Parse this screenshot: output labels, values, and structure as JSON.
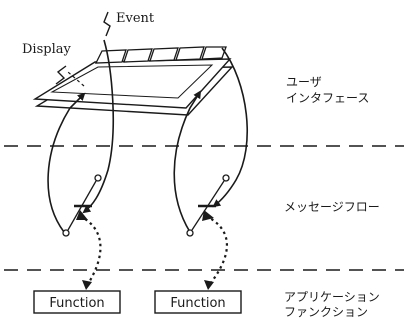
{
  "labels": {
    "event": "Event",
    "display": "Display",
    "user_interface_line1": "ユーザ",
    "user_interface_line2": "インタフェース",
    "message_flow": "メッセージフロー",
    "app_function_line1": "アプリケーション",
    "app_function_line2": "ファンクション"
  },
  "function_boxes": [
    {
      "label": "Function"
    },
    {
      "label": "Function"
    }
  ]
}
